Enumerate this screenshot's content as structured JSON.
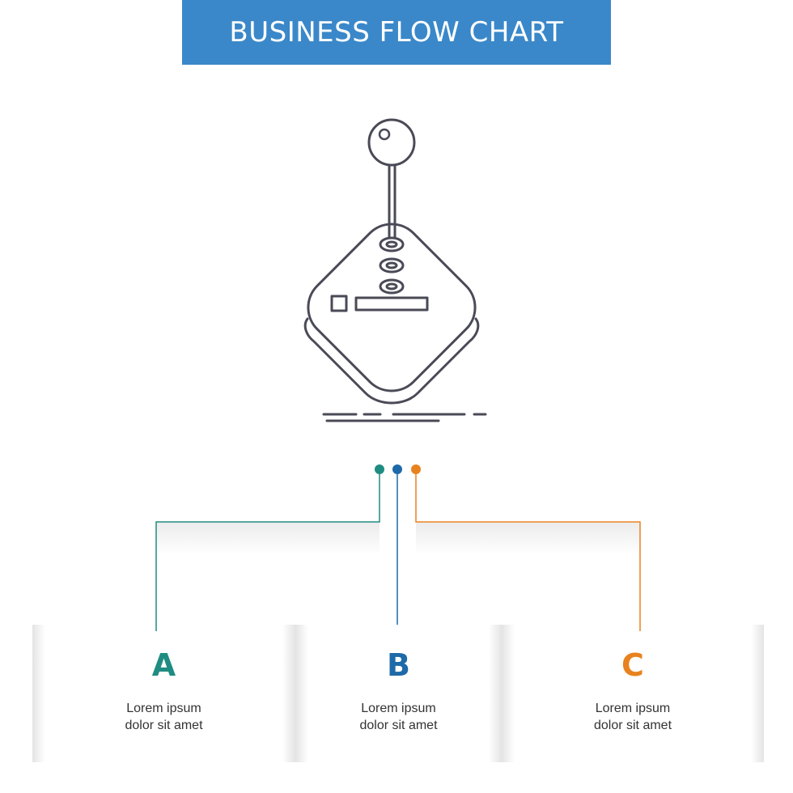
{
  "header": {
    "title": "BUSINESS FLOW CHART",
    "background": "#3a88c9"
  },
  "icon": {
    "name": "arcade-joystick-icon",
    "stroke": "#4a4a57"
  },
  "steps": [
    {
      "letter": "A",
      "line1": "Lorem ipsum",
      "line2": "dolor sit amet",
      "color": "#1f8c82"
    },
    {
      "letter": "B",
      "line1": "Lorem ipsum",
      "line2": "dolor sit amet",
      "color": "#1e6aa8"
    },
    {
      "letter": "C",
      "line1": "Lorem ipsum",
      "line2": "dolor sit amet",
      "color": "#e8821e"
    }
  ]
}
